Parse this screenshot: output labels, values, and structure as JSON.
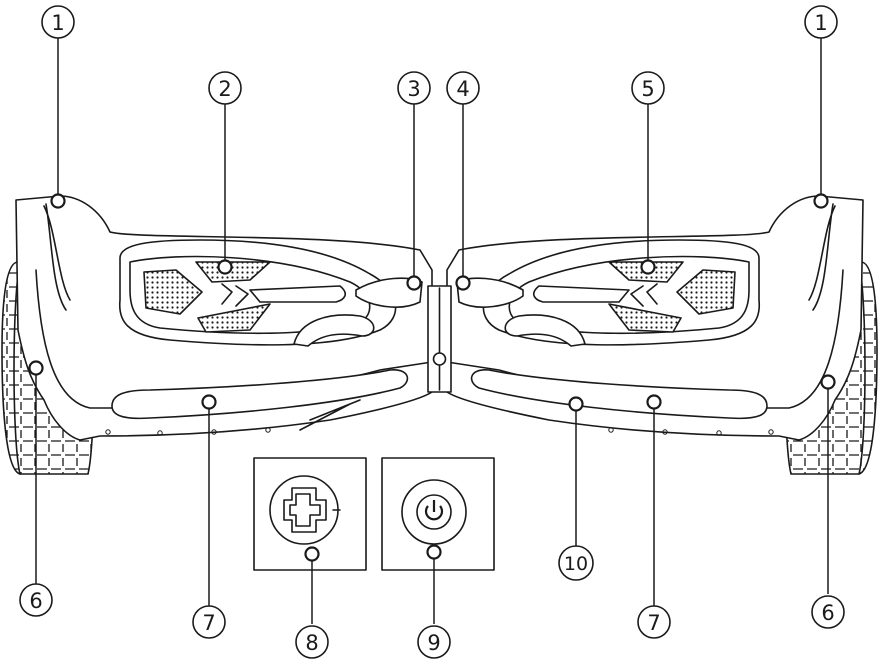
{
  "callouts": [
    {
      "id": "c1a",
      "label": "1"
    },
    {
      "id": "c1b",
      "label": "1"
    },
    {
      "id": "c2",
      "label": "2"
    },
    {
      "id": "c3",
      "label": "3"
    },
    {
      "id": "c4",
      "label": "4"
    },
    {
      "id": "c5",
      "label": "5"
    },
    {
      "id": "c6a",
      "label": "6"
    },
    {
      "id": "c6b",
      "label": "6"
    },
    {
      "id": "c7a",
      "label": "7"
    },
    {
      "id": "c7b",
      "label": "7"
    },
    {
      "id": "c8",
      "label": "8"
    },
    {
      "id": "c9",
      "label": "9"
    },
    {
      "id": "c10",
      "label": "10"
    }
  ],
  "icons": {
    "charging_port": "charging-port-icon",
    "power_button": "power-icon"
  },
  "colors": {
    "line": "#1a1a1a",
    "background": "#ffffff"
  }
}
